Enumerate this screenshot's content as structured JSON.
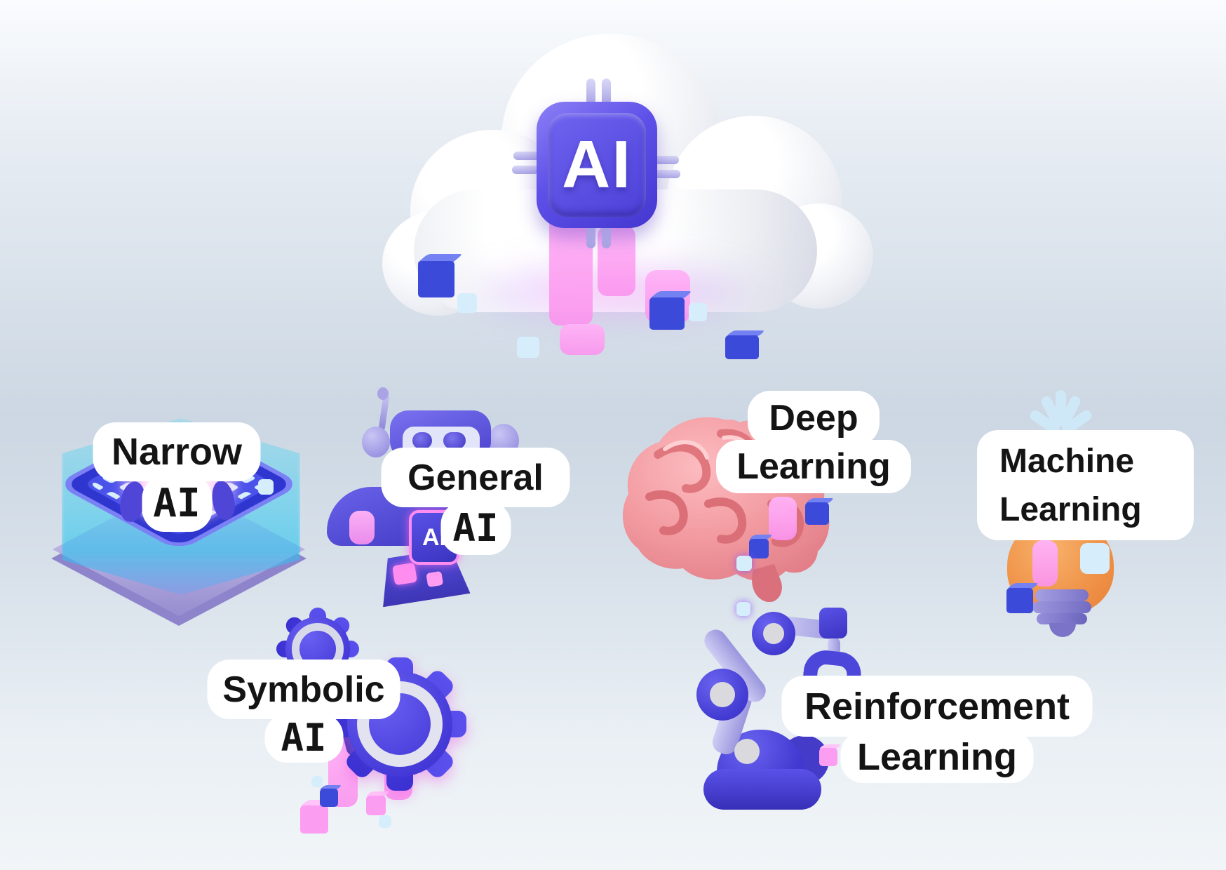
{
  "page": {
    "description": "Types of AI — 3D infographic with central AI cloud and six concept labels"
  },
  "cloud": {
    "chip_label": "AI"
  },
  "labels": {
    "narrow": {
      "line1": "Narrow",
      "line2": "AI"
    },
    "general": {
      "line1": "General",
      "line2": "AI"
    },
    "deep": {
      "line1": "Deep",
      "line2": "Learning"
    },
    "machine": {
      "line1": "Machine",
      "line2": "Learning"
    },
    "symbolic": {
      "line1": "Symbolic",
      "line2": "AI"
    },
    "reinforcement": {
      "line1": "Reinforcement",
      "line2": "Learning"
    }
  },
  "general_robot": {
    "chip_label": "AI"
  },
  "illustrations": [
    "ai-cloud-chip",
    "narrow-ai-processor-platform",
    "general-ai-robot",
    "deep-learning-brain",
    "machine-learning-lightbulb",
    "symbolic-ai-gears",
    "reinforcement-learning-robot-arm"
  ],
  "colors": {
    "accent_purple": "#4a3fe0",
    "chip_purple": "#5d50e8",
    "pink": "#fb9ef2",
    "cyan_glow": "#3fd6f5",
    "blue_cube": "#3c4ad9",
    "light_blue": "#d6edfc",
    "orange_bulb": "#f5a153",
    "brain_pink": "#f2989d",
    "label_bg": "#ffffff",
    "label_text": "#141414"
  }
}
